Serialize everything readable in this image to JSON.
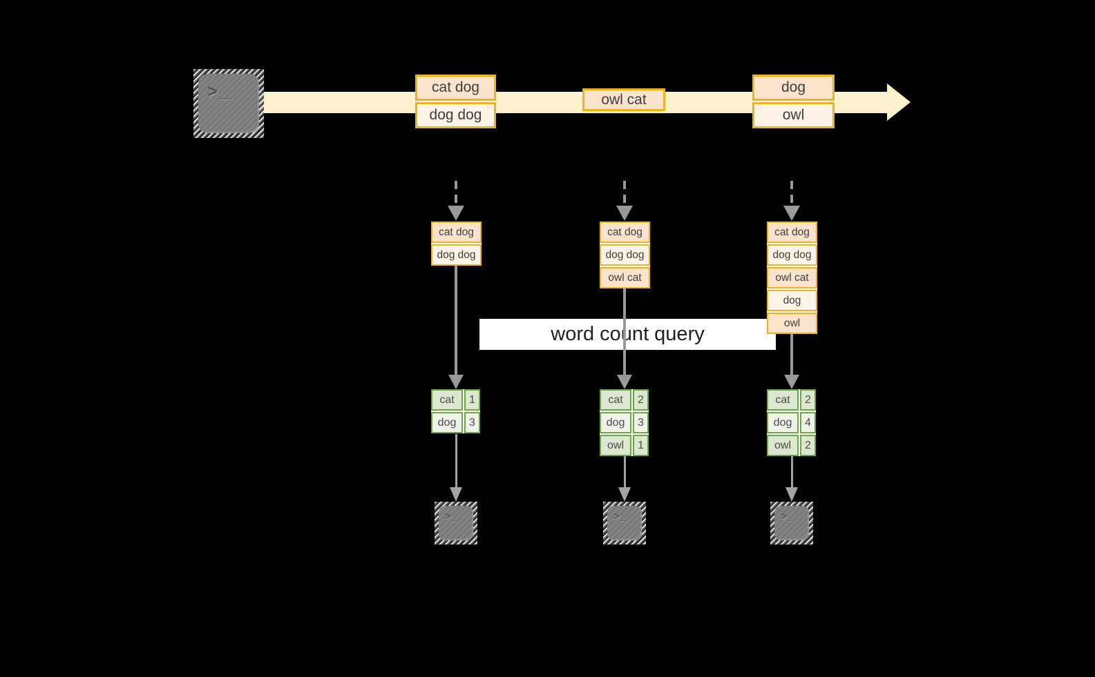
{
  "labels": {
    "query": "word count query",
    "prompt": ">_"
  },
  "colors": {
    "background": "#000000",
    "stream_band": "#fdf0cc",
    "record_border": "#f0b21c",
    "record_fill_dark": "#fbe4cb",
    "record_fill_light": "#fdf3e6",
    "table_border": "#6ca644",
    "table_fill_dark": "#dce7d0",
    "table_fill_light": "#eef2e9",
    "arrow_gray": "#999999",
    "terminal_gray": "#7d7d7d",
    "query_band": "#ffffff"
  },
  "stream_groups": [
    {
      "cells": [
        "cat dog",
        "dog dog"
      ]
    },
    {
      "cells": [
        "owl cat"
      ]
    },
    {
      "cells": [
        "dog",
        "owl"
      ]
    }
  ],
  "columns": [
    {
      "buffer": [
        "cat dog",
        "dog dog"
      ],
      "counts": [
        {
          "word": "cat",
          "count": "1"
        },
        {
          "word": "dog",
          "count": "3"
        }
      ]
    },
    {
      "buffer": [
        "cat dog",
        "dog dog",
        "owl cat"
      ],
      "counts": [
        {
          "word": "cat",
          "count": "2"
        },
        {
          "word": "dog",
          "count": "3"
        },
        {
          "word": "owl",
          "count": "1"
        }
      ]
    },
    {
      "buffer": [
        "cat dog",
        "dog dog",
        "owl cat",
        "dog",
        "owl"
      ],
      "counts": [
        {
          "word": "cat",
          "count": "2"
        },
        {
          "word": "dog",
          "count": "4"
        },
        {
          "word": "owl",
          "count": "2"
        }
      ]
    }
  ]
}
